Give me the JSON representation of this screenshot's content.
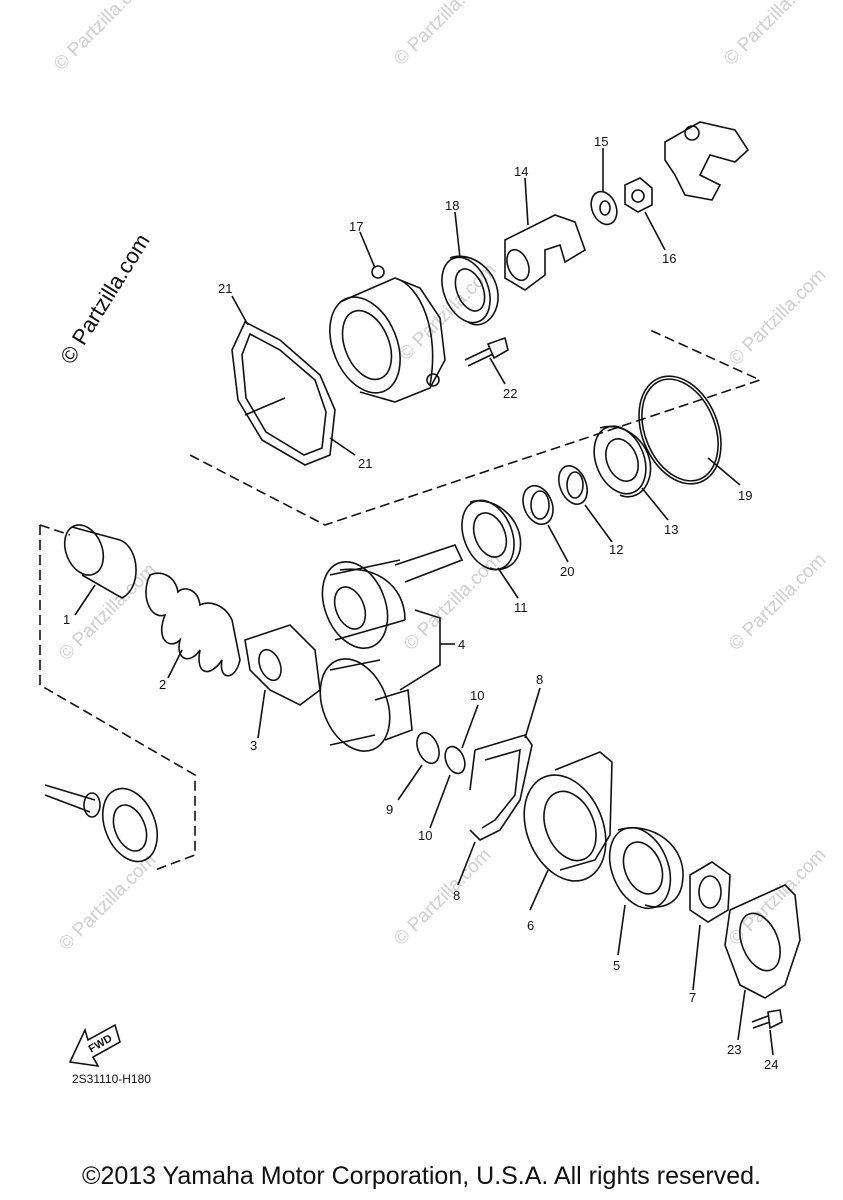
{
  "watermark": "© Partzilla.com",
  "site_stamp": "© Partzilla.com",
  "drawing_code": "2S31110-H180",
  "fwd": "FWD",
  "footer": "©2013 Yamaha Motor Corporation, U.S.A. All rights reserved.",
  "callouts": {
    "c1": "1",
    "c2": "2",
    "c3": "3",
    "c4": "4",
    "c5": "5",
    "c6": "6",
    "c7": "7",
    "c8a": "8",
    "c8b": "8",
    "c9": "9",
    "c10a": "10",
    "c10b": "10",
    "c11": "11",
    "c12": "12",
    "c13": "13",
    "c14": "14",
    "c15": "15",
    "c16": "16",
    "c17": "17",
    "c18": "18",
    "c19": "19",
    "c20": "20",
    "c21a": "21",
    "c21b": "21",
    "c22": "22",
    "c23": "23",
    "c24": "24"
  }
}
